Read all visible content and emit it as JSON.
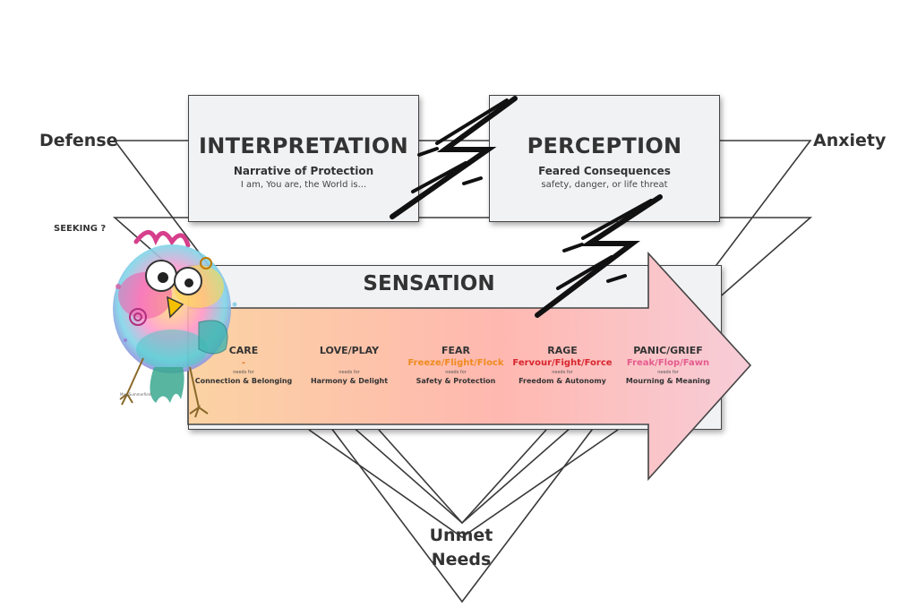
{
  "labels": {
    "defense": "Defense",
    "anxiety": "Anxiety",
    "seeking": "SEEKING ?",
    "unmet_needs_line1": "Unmet",
    "unmet_needs_line2": "Needs"
  },
  "interpretation": {
    "title": "INTERPRETATION",
    "subtitle": "Narrative of Protection",
    "description": "I am, You are, the World is..."
  },
  "perception": {
    "title": "PERCEPTION",
    "subtitle": "Feared Consequences",
    "description": "safety, danger, or life threat"
  },
  "sensation": {
    "title": "SENSATION"
  },
  "emotions": [
    {
      "name": "CARE",
      "response": "-",
      "needs_for": "needs for",
      "need": "Connection & Belonging",
      "color": "#e07b2a"
    },
    {
      "name": "LOVE/PLAY",
      "response": "",
      "needs_for": "needs for",
      "need": "Harmony & Delight",
      "color": "#e07b2a"
    },
    {
      "name": "FEAR",
      "response": "Freeze/Flight/Flock",
      "needs_for": "needs for",
      "need": "Safety & Protection",
      "color": "#f08a1e"
    },
    {
      "name": "RAGE",
      "response": "Fervour/Fight/Force",
      "needs_for": "needs for",
      "need": "Freedom & Autonomy",
      "color": "#d8262e"
    },
    {
      "name": "PANIC/GRIEF",
      "response": "Freak/Flop/Fawn",
      "needs_for": "needs for",
      "need": "Mourning & Meaning",
      "color": "#e55b8e"
    }
  ],
  "illustration": {
    "caption": "Mag Summerfield"
  },
  "colors": {
    "arrow_start": "#fbd3a3",
    "arrow_mid": "#ffb8b0",
    "arrow_end": "#f7cdd8",
    "box_fill": "#f1f2f4",
    "text": "#333333"
  }
}
